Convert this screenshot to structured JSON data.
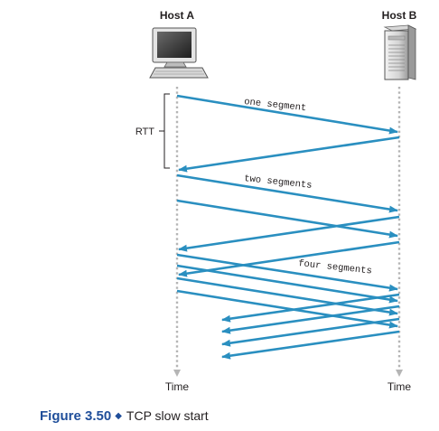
{
  "hosts": {
    "a_label": "Host A",
    "b_label": "Host B"
  },
  "timeline": {
    "a_time_label": "Time",
    "b_time_label": "Time"
  },
  "rtt_label": "RTT",
  "segment_labels": {
    "one": "one segment",
    "two": "two segments",
    "four": "four segments"
  },
  "caption": {
    "number": "Figure 3.50",
    "text": "TCP slow start"
  },
  "colors": {
    "arrow": "#2a8fc0",
    "timeline": "#b5b5b5",
    "caption_accent": "#1f4e9a",
    "text": "#231f20"
  },
  "icons": {
    "host_a": "desktop-computer-icon",
    "host_b": "server-tower-icon"
  }
}
